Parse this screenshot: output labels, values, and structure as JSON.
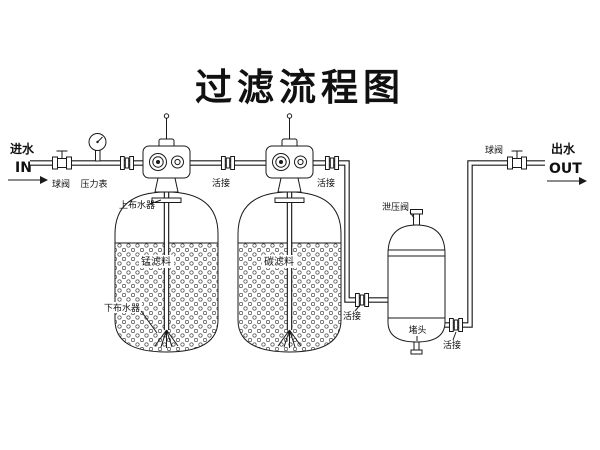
{
  "title": "过滤流程图",
  "flow": {
    "inlet_label_cn": "进水",
    "inlet_label_en": "IN",
    "outlet_label_cn": "出水",
    "outlet_label_en": "OUT"
  },
  "labels": {
    "ball_valve_inlet": "球阀",
    "pressure_gauge": "压力表",
    "union_after_valve1": "活接",
    "union_after_valve2": "活接",
    "union_filter_inlet": "活接",
    "union_filter_outlet": "活接",
    "upper_water_distributor": "上布水器",
    "lower_water_distributor": "下布水器",
    "tank1_media": "锰滤料",
    "tank2_media": "碳滤料",
    "relief_valve": "泄压阀",
    "plug": "堵头",
    "ball_valve_outlet": "球阀"
  },
  "colors": {
    "line": "#1a1a1a",
    "background": "#ffffff"
  }
}
